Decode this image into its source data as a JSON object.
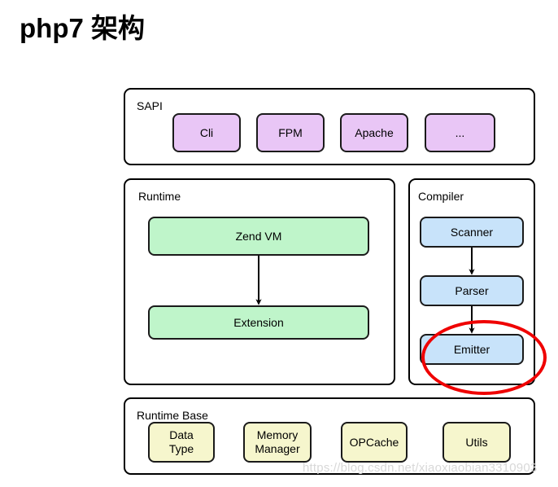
{
  "page": {
    "title": "php7 架构",
    "watermark": "https://blog.csdn.net/xiaoxiaobian3310903",
    "background": "#ffffff"
  },
  "colors": {
    "sapi_node": "#e9c6f6",
    "runtime_node": "#bff5ca",
    "compiler_node": "#c8e3fa",
    "runtime_base_node": "#f6f6cd",
    "border": "#1a1a1a",
    "highlight": "#ef0000"
  },
  "diagram": {
    "groups": [
      {
        "id": "sapi",
        "label": "SAPI",
        "nodes": [
          {
            "id": "cli",
            "label": "Cli"
          },
          {
            "id": "fpm",
            "label": "FPM"
          },
          {
            "id": "apache",
            "label": "Apache"
          },
          {
            "id": "more",
            "label": "..."
          }
        ]
      },
      {
        "id": "runtime",
        "label": "Runtime",
        "nodes": [
          {
            "id": "zend-vm",
            "label": "Zend VM"
          },
          {
            "id": "extension",
            "label": "Extension"
          }
        ],
        "arrows": [
          {
            "from": "zend-vm",
            "to": "extension"
          }
        ]
      },
      {
        "id": "compiler",
        "label": "Compiler",
        "nodes": [
          {
            "id": "scanner",
            "label": "Scanner"
          },
          {
            "id": "parser",
            "label": "Parser"
          },
          {
            "id": "emitter",
            "label": "Emitter"
          }
        ],
        "arrows": [
          {
            "from": "scanner",
            "to": "parser"
          },
          {
            "from": "parser",
            "to": "emitter"
          }
        ]
      },
      {
        "id": "runtime-base",
        "label": "Runtime Base",
        "nodes": [
          {
            "id": "data-type",
            "label": "Data\nType"
          },
          {
            "id": "memory-manager",
            "label": "Memory\nManager"
          },
          {
            "id": "opcache",
            "label": "OPCache"
          },
          {
            "id": "utils",
            "label": "Utils"
          }
        ]
      }
    ],
    "annotation": {
      "shape": "ellipse",
      "color": "#ef0000",
      "targets": "emitter"
    }
  }
}
